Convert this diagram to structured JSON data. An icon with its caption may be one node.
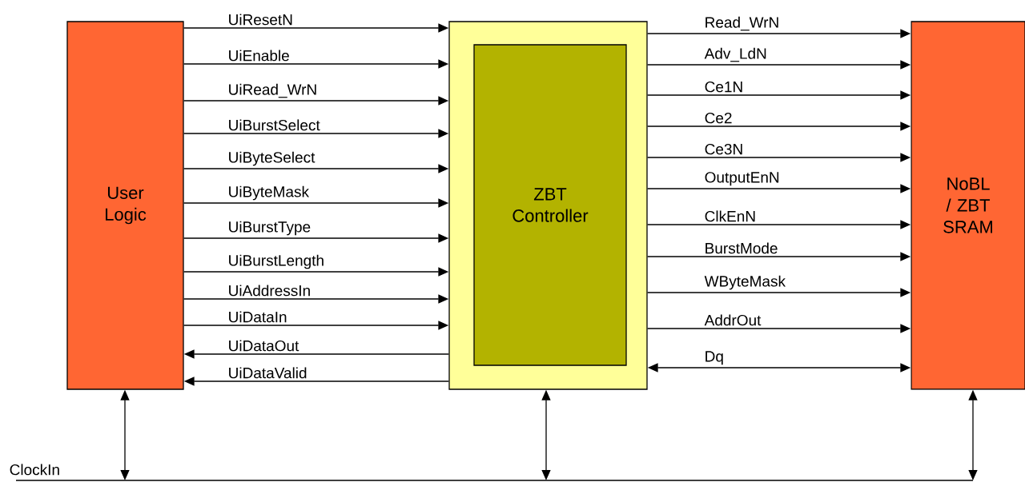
{
  "diagram": {
    "nodes": [
      {
        "text": [
          "User Logic"
        ]
      },
      {
        "text": [],
        "shape": "box"
      },
      {
        "text": [
          "ZBT Controller"
        ],
        "in": 1
      },
      {
        "text": [
          "NoBL / ZBT SRAM"
        ]
      }
    ],
    "edges": [
      {
        "from": 0,
        "to": 1,
        "arrow": "to",
        "label": "UiResetN"
      },
      {
        "from": 0,
        "to": 1,
        "arrow": "to",
        "label": "UiEnable"
      },
      {
        "from": 0,
        "to": 1,
        "arrow": "to",
        "label": "UiRead_WrN"
      },
      {
        "from": 0,
        "to": 1,
        "arrow": "to",
        "label": "UiBurstSelect"
      },
      {
        "from": 0,
        "to": 1,
        "arrow": "to",
        "label": "UiByteSelect"
      },
      {
        "from": 0,
        "to": 1,
        "arrow": "to",
        "label": "UiByteMask"
      },
      {
        "from": 0,
        "to": 1,
        "arrow": "to",
        "label": "UiBurstType"
      },
      {
        "from": 0,
        "to": 1,
        "arrow": "to",
        "label": "UiBurstLength"
      },
      {
        "from": 0,
        "to": 1,
        "arrow": "to",
        "label": "UiAddressIn"
      },
      {
        "from": 0,
        "to": 1,
        "arrow": "to",
        "label": "UiDataIn"
      },
      {
        "from": 1,
        "to": 0,
        "arrow": "to",
        "label": "UiDataOut"
      },
      {
        "from": 1,
        "to": 0,
        "arrow": "to",
        "label": "UiDataValid"
      },
      {
        "from": 1,
        "to": 3,
        "arrow": "to",
        "label": "Read_WrN"
      },
      {
        "from": 1,
        "to": 3,
        "arrow": "to",
        "label": "Adv_LdN"
      },
      {
        "from": 1,
        "to": 3,
        "arrow": "to",
        "label": "Ce1N"
      },
      {
        "from": 1,
        "to": 3,
        "arrow": "to",
        "label": "Ce2"
      },
      {
        "from": 1,
        "to": 3,
        "arrow": "to",
        "label": "Ce3N"
      },
      {
        "from": 1,
        "to": 3,
        "arrow": "to",
        "label": "OutputEnN"
      },
      {
        "from": 1,
        "to": 3,
        "arrow": "to",
        "label": "ClkEnN"
      },
      {
        "from": 1,
        "to": 3,
        "arrow": "to",
        "label": "BurstMode"
      },
      {
        "from": 1,
        "to": 3,
        "arrow": "to",
        "label": "WByteMask"
      },
      {
        "from": 1,
        "to": 3,
        "arrow": "to",
        "label": "AddrOut"
      },
      {
        "from": 1,
        "to": 3,
        "arrow": "both",
        "label": "Dq"
      },
      {
        "from": null,
        "to": 0,
        "arrow": "both"
      },
      {
        "from": null,
        "to": 1,
        "arrow": "both"
      },
      {
        "from": null,
        "to": 3,
        "arrow": "both"
      }
    ],
    "labels": [
      "ClockIn"
    ]
  }
}
